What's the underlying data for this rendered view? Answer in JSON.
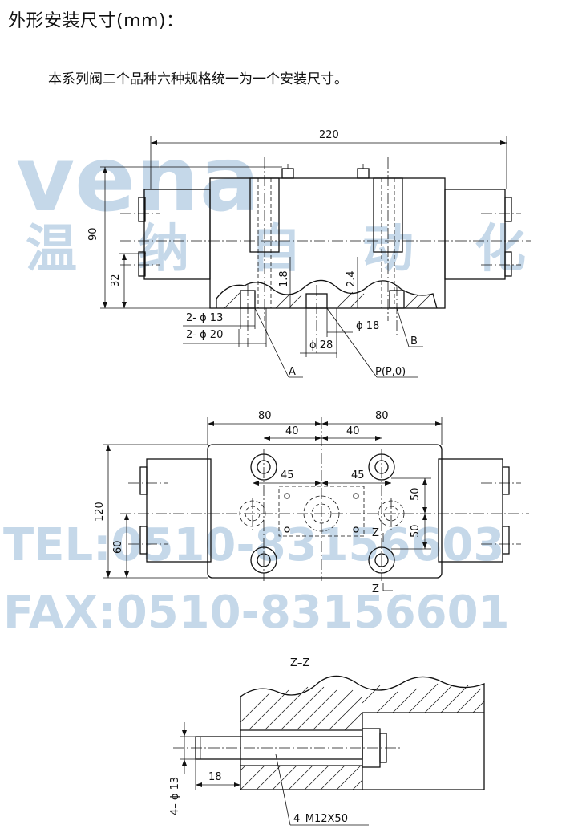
{
  "header": {
    "title": "外形安装尺寸(mm)：",
    "subtitle": "本系列阀二个品种六种规格统一为一个安装尺寸。"
  },
  "watermark": {
    "brand": "vena",
    "cn": [
      "温",
      "纳",
      "自",
      "动",
      "化"
    ],
    "tel": "TEL:0510-83156603",
    "fax": "FAX:0510-83156601",
    "color": "#7fa8cf"
  },
  "view1": {
    "dim_total_length": "220",
    "dim_height": "90",
    "dim_lower": "32",
    "dim_1_8": "1.8",
    "dim_2_4": "2.4",
    "hole_13": "2- ϕ 13",
    "hole_20": "2- ϕ 20",
    "hole_18": "ϕ 18",
    "hole_28": "ϕ 28",
    "port_a": "A",
    "port_b": "B",
    "port_p": "P(P,0)"
  },
  "view2": {
    "dim_80_left": "80",
    "dim_80_right": "80",
    "dim_40_left": "40",
    "dim_40_right": "40",
    "dim_45_left": "45",
    "dim_45_right": "45",
    "dim_50_top": "50",
    "dim_50_bottom": "50",
    "dim_120": "120",
    "dim_60": "60",
    "section_mark_1": "Z",
    "section_mark_2": "Z"
  },
  "view3": {
    "section_title": "Z–Z",
    "dim_18": "18",
    "hole_label": "4– ϕ 13",
    "bolt_label": "4–M12X50"
  }
}
